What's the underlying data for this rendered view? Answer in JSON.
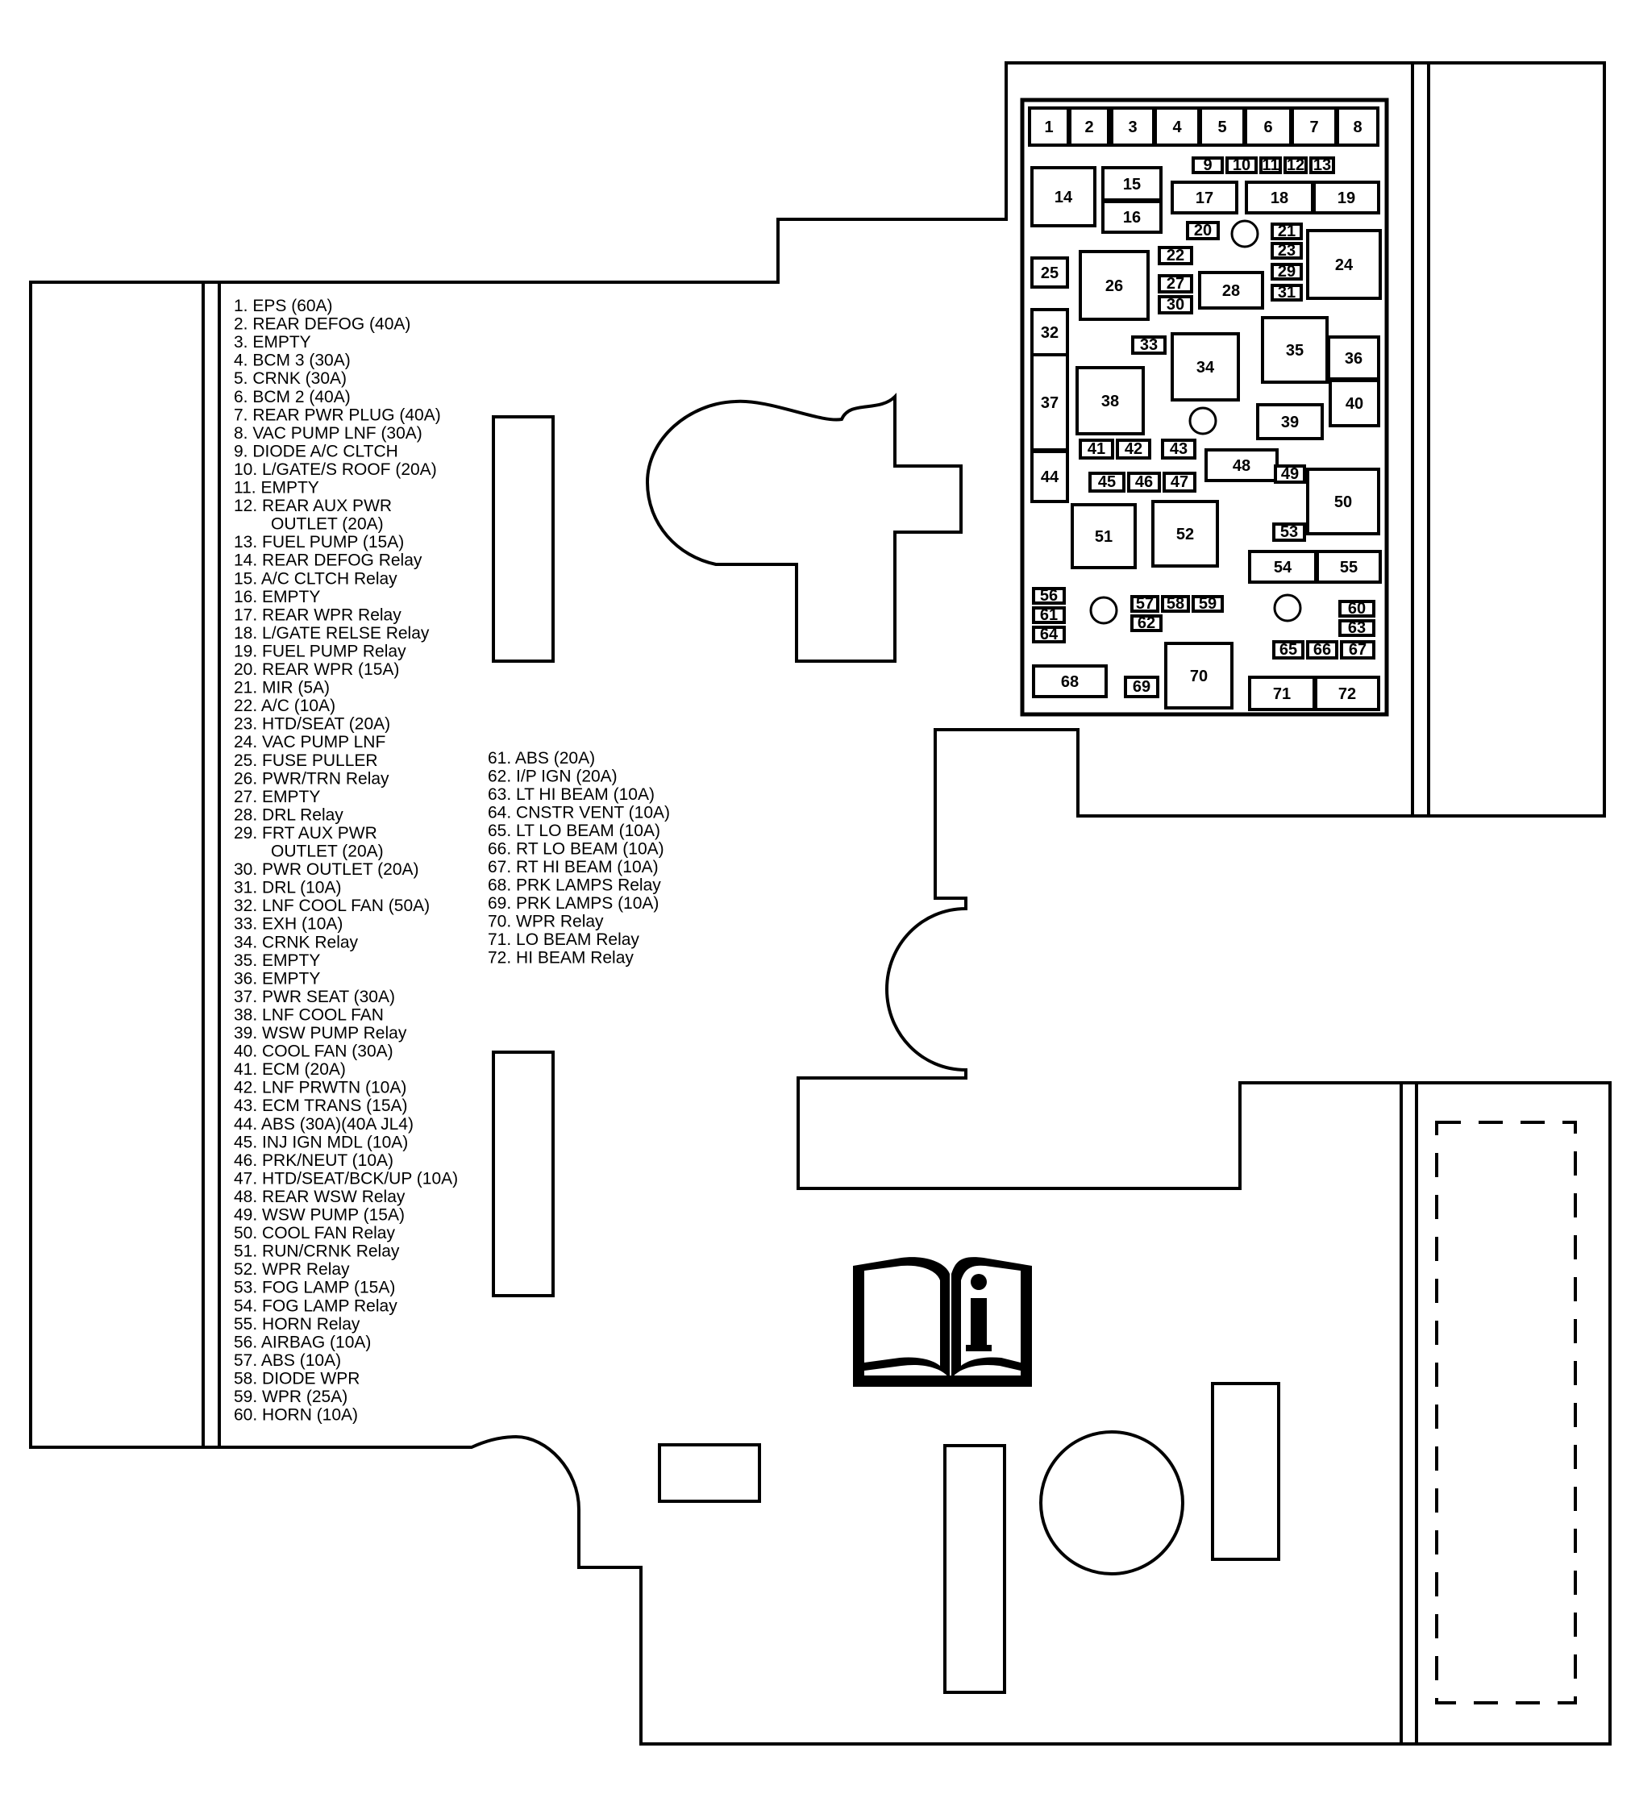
{
  "legend_left": [
    "1.  EPS (60A)",
    "2.  REAR DEFOG (40A)",
    "3.  EMPTY",
    "4.  BCM 3 (30A)",
    "5.  CRNK (30A)",
    "6.  BCM 2 (40A)",
    "7.  REAR PWR PLUG (40A)",
    "8.  VAC PUMP LNF (30A)",
    "9.  DIODE A/C CLTCH",
    "10.  L/GATE/S ROOF (20A)",
    "11.  EMPTY",
    "12.  REAR AUX PWR",
    "OUTLET (20A)",
    "13.  FUEL PUMP (15A)",
    "14.  REAR DEFOG Relay",
    "15.  A/C CLTCH Relay",
    "16.  EMPTY",
    "17.  REAR WPR Relay",
    "18.  L/GATE RELSE Relay",
    "19.  FUEL PUMP Relay",
    "20.  REAR WPR (15A)",
    "21.  MIR (5A)",
    "22.  A/C (10A)",
    "23.  HTD/SEAT (20A)",
    "24.  VAC PUMP LNF",
    "25.  FUSE PULLER",
    "26.  PWR/TRN Relay",
    "27.  EMPTY",
    "28.  DRL Relay",
    "29.  FRT AUX PWR",
    "OUTLET (20A)",
    "30.  PWR OUTLET (20A)",
    "31.  DRL (10A)",
    "32.  LNF COOL FAN (50A)",
    "33.  EXH (10A)",
    "34.  CRNK Relay",
    "35.  EMPTY",
    "36.  EMPTY",
    "37.  PWR SEAT (30A)",
    "38.  LNF COOL FAN",
    "39.  WSW PUMP Relay",
    "40.  COOL FAN (30A)",
    "41.  ECM (20A)",
    "42.  LNF PRWTN (10A)",
    "43.  ECM TRANS (15A)",
    "44.  ABS (30A)(40A JL4)",
    "45.  INJ IGN MDL (10A)",
    "46.  PRK/NEUT (10A)",
    "47.  HTD/SEAT/BCK/UP (10A)",
    "48.  REAR WSW Relay",
    "49.  WSW PUMP (15A)",
    "50.  COOL FAN Relay",
    "51.  RUN/CRNK Relay",
    "52.  WPR Relay",
    "53.  FOG LAMP (15A)",
    "54.  FOG LAMP Relay",
    "55.  HORN Relay",
    "56.  AIRBAG (10A)",
    "57.  ABS (10A)",
    "58.  DIODE WPR",
    "59.  WPR (25A)",
    "60.  HORN (10A)"
  ],
  "legend_right": [
    "61.  ABS (20A)",
    "62.  I/P IGN (20A)",
    "63.  LT HI BEAM (10A)",
    "64.  CNSTR VENT (10A)",
    "65.  LT LO BEAM (10A)",
    "66.  RT LO BEAM (10A)",
    "67.  RT HI BEAM (10A)",
    "68.  PRK LAMPS Relay",
    "69.  PRK LAMPS (10A)",
    "70.  WPR Relay",
    "71.  LO BEAM Relay",
    "72.  HI BEAM Relay"
  ],
  "slots": [
    "1",
    "2",
    "3",
    "4",
    "5",
    "6",
    "7",
    "8",
    "9",
    "10",
    "11",
    "12",
    "13",
    "14",
    "15",
    "16",
    "17",
    "18",
    "19",
    "20",
    "21",
    "22",
    "23",
    "24",
    "25",
    "26",
    "27",
    "28",
    "29",
    "30",
    "31",
    "32",
    "33",
    "34",
    "35",
    "36",
    "37",
    "38",
    "39",
    "40",
    "41",
    "42",
    "43",
    "44",
    "45",
    "46",
    "47",
    "48",
    "49",
    "50",
    "51",
    "52",
    "53",
    "54",
    "55",
    "56",
    "57",
    "58",
    "59",
    "60",
    "61",
    "62",
    "63",
    "64",
    "65",
    "66",
    "67",
    "68",
    "69",
    "70",
    "71",
    "72"
  ],
  "icons": {
    "manual": "info-manual-icon"
  },
  "colors": {
    "line": "#000000",
    "background": "#ffffff"
  }
}
